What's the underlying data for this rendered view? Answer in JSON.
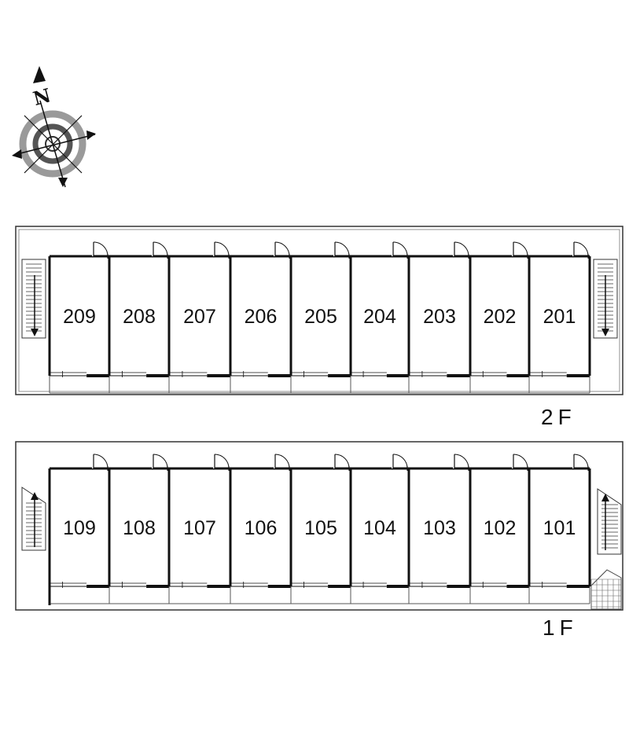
{
  "compass": {
    "north_label": "N",
    "icon": "compass-rose-icon"
  },
  "floors": [
    {
      "id": "2f",
      "label": "2F",
      "units": [
        "209",
        "208",
        "207",
        "206",
        "205",
        "204",
        "203",
        "202",
        "201"
      ],
      "stairs": {
        "left_arrow": "down",
        "right_arrow": "down"
      }
    },
    {
      "id": "1f",
      "label": "1F",
      "units": [
        "109",
        "108",
        "107",
        "106",
        "105",
        "104",
        "103",
        "102",
        "101"
      ],
      "stairs": {
        "left_arrow": "up",
        "right_arrow": "up"
      }
    }
  ],
  "colors": {
    "line": "#111111",
    "frame": "#333333",
    "compass_ring": "#999999"
  }
}
